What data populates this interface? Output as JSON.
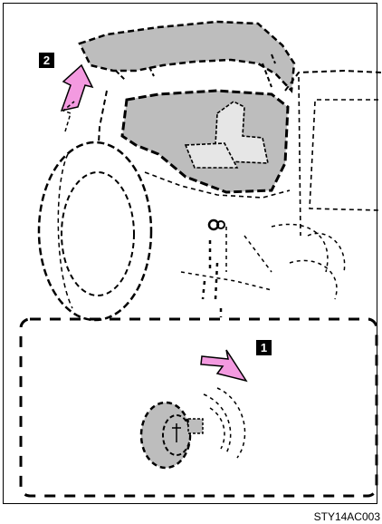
{
  "badges": {
    "step1": "1",
    "step2": "2"
  },
  "figure_code": "STY14AC003",
  "colors": {
    "arrow": "#f39ae0",
    "shade": "#bdbdbd",
    "line": "#000000"
  },
  "icons": [
    "back-door-icon",
    "tire-icon",
    "fuel-cap-icon",
    "arrow-icon"
  ]
}
